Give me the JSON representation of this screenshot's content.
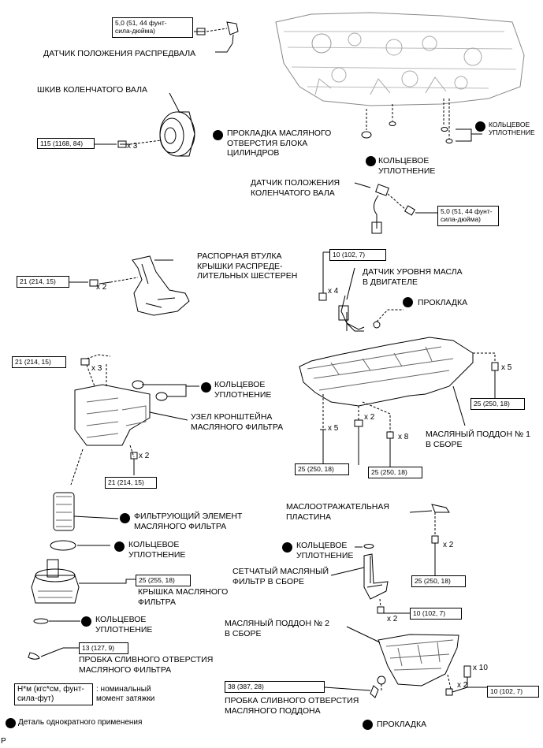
{
  "labels": {
    "cam_sensor": "ДАТЧИК ПОЛОЖЕНИЯ РАСПРЕДВАЛА",
    "crank_pulley": "ШКИВ КОЛЕНЧАТОГО ВАЛА",
    "block_gasket": "ПРОКЛАДКА МАСЛЯНОГО\nОТВЕРСТИЯ БЛОКА\nЦИЛИНДРОВ",
    "o_ring_top_right": "КОЛЬЦЕВОЕ\nУПЛОТНЕНИЕ",
    "o_ring_top_mid": "КОЛЬЦЕВОЕ\nУПЛОТНЕНИЕ",
    "crank_sensor": "ДАТЧИК ПОЛОЖЕНИЯ\nКОЛЕНЧАТОГО ВАЛА",
    "spacer": "РАСПОРНАЯ ВТУЛКА\nКРЫШКИ РАСПРЕДЕ-\nЛИТЕЛЬНЫХ ШЕСТЕРЕН",
    "oil_level_sensor": "ДАТЧИК УРОВНЯ МАСЛА\nВ ДВИГАТЕЛЕ",
    "gasket_level": "ПРОКЛАДКА",
    "o_ring_bracket": "КОЛЬЦЕВОЕ\nУПЛОТНЕНИЕ",
    "filter_bracket": "УЗЕЛ КРОНШТЕЙНА\nМАСЛЯНОГО ФИЛЬТРА",
    "oil_pan_1": "МАСЛЯНЫЙ ПОДДОН № 1\nВ СБОРЕ",
    "baffle": "МАСЛООТРАЖАТЕЛЬНАЯ\nПЛАСТИНА",
    "filter_element": "ФИЛЬТРУЮЩИЙ ЭЛЕМЕНТ\nМАСЛЯНОГО ФИЛЬТРА",
    "o_ring_filter": "КОЛЬЦЕВОЕ\nУПЛОТНЕНИЕ",
    "o_ring_strainer": "КОЛЬЦЕВОЕ\nУПЛОТНЕНИЕ",
    "strainer": "СЕТЧАТЫЙ МАСЛЯНЫЙ\nФИЛЬТР В СБОРЕ",
    "filter_cap": "КРЫШКА МАСЛЯНОГО\nФИЛЬТРА",
    "o_ring_cap": "КОЛЬЦЕВОЕ\nУПЛОТНЕНИЕ",
    "oil_pan_2": "МАСЛЯНЫЙ ПОДДОН № 2\nВ СБОРЕ",
    "filter_drain_plug": "ПРОБКА СЛИВНОГО ОТВЕРСТИЯ\nМАСЛЯНОГО ФИЛЬТРА",
    "pan_drain_plug": "ПРОБКА СЛИВНОГО ОТВЕРСТИЯ\nМАСЛЯНОГО ПОДДОНА",
    "gasket_bottom": "ПРОКЛАДКА"
  },
  "torques": {
    "cam_sensor": "5,0 (51, 44 фунт-\nсила-дюйма)",
    "crank_pulley": "115 (1168, 84)",
    "crank_sensor": "5,0 (51, 44 фунт-\nсила-дюйма)",
    "spacer": "21 (214, 15)",
    "level_sensor": "10 (102, 7)",
    "bracket_top": "21 (214, 15)",
    "pan1_right": "25 (250, 18)",
    "bracket_bottom": "21 (214, 15)",
    "pan1_bl": "25 (250, 18)",
    "pan1_bm": "25 (250, 18)",
    "baffle": "25 (250, 18)",
    "filter_cap": "25 (255, 18)",
    "strainer": "10 (102, 7)",
    "filter_drain": "13 (127, 9)",
    "pan_drain": "38 (387, 28)",
    "pan2": "10 (102, 7)"
  },
  "multipliers": {
    "pulley": "x 3",
    "spacer": "x 2",
    "level": "x 4",
    "bracket_top": "x 3",
    "pan1_right": "x 5",
    "pan1_mid": "x 2",
    "pan1_left": "x 5",
    "pan1_8": "x 8",
    "bracket_bottom": "x 2",
    "baffle": "x 2",
    "strainer": "x 2",
    "pan2_a": "x 10",
    "pan2_b": "x 2"
  },
  "legend": {
    "unit_box": "Н*м (кгс*см, фунт-\nсила-фут)",
    "unit_desc": ": номинальный\nмомент затяжки",
    "single_use": "Деталь однократного применения"
  },
  "corner_mark": "P"
}
